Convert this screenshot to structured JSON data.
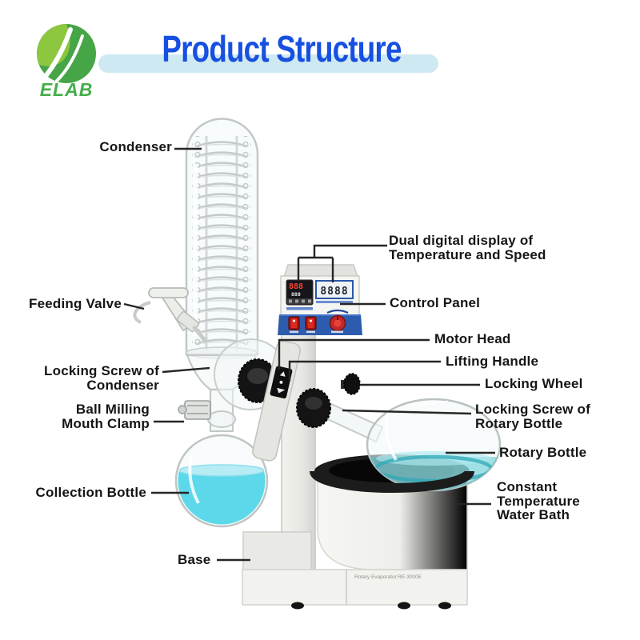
{
  "logo": {
    "brand": "ELAB"
  },
  "header": {
    "title": "Product Structure"
  },
  "labels": {
    "condenser": "Condenser",
    "feeding_valve": "Feeding Valve",
    "locking_screw_condenser_1": "Locking Screw of",
    "locking_screw_condenser_2": "Condenser",
    "ball_milling_1": "Ball Milling",
    "ball_milling_2": "Mouth Clamp",
    "collection_bottle": "Collection Bottle",
    "base": "Base",
    "dual_display_1": "Dual digital display of",
    "dual_display_2": "Temperature and Speed",
    "control_panel": "Control Panel",
    "motor_head": "Motor Head",
    "lifting_handle": "Lifting Handle",
    "locking_wheel": "Locking Wheel",
    "locking_screw_rotary_1": "Locking Screw of",
    "locking_screw_rotary_2": "Rotary Bottle",
    "rotary_bottle": "Rotary Bottle",
    "water_bath_1": "Constant",
    "water_bath_2": "Temperature",
    "water_bath_3": "Water Bath"
  },
  "product": {
    "model_label": "Rotary Evaporator",
    "model_number": "RE-3000E",
    "display_left_top": "888",
    "display_left_bottom": "888",
    "display_right": "8888"
  },
  "colors": {
    "title_blue": "#1750e0",
    "title_bar_blue": "#cfe9f2",
    "logo_green": "#45ae49",
    "leaf_light_green": "#8dc63f",
    "leaf_dark_green": "#46a546",
    "liquid_cyan": "#5cd8ea",
    "bath_liquid_teal": "#3fc0cb",
    "panel_blue": "#2d5cae",
    "switch_red": "#c62828",
    "leader_line": "#262626"
  }
}
